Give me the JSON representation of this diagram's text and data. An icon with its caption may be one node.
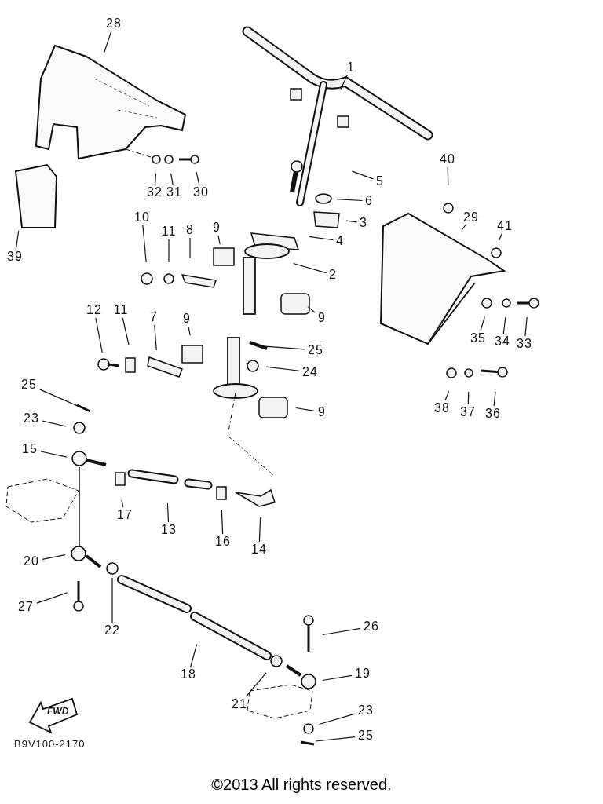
{
  "diagram": {
    "nodes": [
      {
        "text": [
          "28"
        ]
      },
      {
        "text": [
          "1"
        ]
      },
      {
        "text": [
          "5"
        ]
      },
      {
        "text": [
          "6"
        ]
      },
      {
        "text": [
          "3"
        ]
      },
      {
        "text": [
          "4"
        ]
      },
      {
        "text": [
          "2"
        ]
      },
      {
        "text": [
          "32"
        ]
      },
      {
        "text": [
          "31"
        ]
      },
      {
        "text": [
          "30"
        ]
      },
      {
        "text": [
          "39"
        ]
      },
      {
        "text": [
          "10"
        ]
      },
      {
        "text": [
          "11"
        ]
      },
      {
        "text": [
          "8"
        ]
      },
      {
        "text": [
          "9"
        ]
      },
      {
        "text": [
          "40"
        ]
      },
      {
        "text": [
          "29"
        ]
      },
      {
        "text": [
          "41"
        ]
      },
      {
        "text": [
          "9"
        ]
      },
      {
        "text": [
          "35"
        ]
      },
      {
        "text": [
          "34"
        ]
      },
      {
        "text": [
          "33"
        ]
      },
      {
        "text": [
          "12"
        ]
      },
      {
        "text": [
          "11"
        ]
      },
      {
        "text": [
          "7"
        ]
      },
      {
        "text": [
          "9"
        ]
      },
      {
        "text": [
          "25"
        ]
      },
      {
        "text": [
          "24"
        ]
      },
      {
        "text": [
          "9"
        ]
      },
      {
        "text": [
          "38"
        ]
      },
      {
        "text": [
          "37"
        ]
      },
      {
        "text": [
          "36"
        ]
      },
      {
        "text": [
          "25"
        ]
      },
      {
        "text": [
          "23"
        ]
      },
      {
        "text": [
          "15"
        ]
      },
      {
        "text": [
          "17"
        ]
      },
      {
        "text": [
          "13"
        ]
      },
      {
        "text": [
          "16"
        ]
      },
      {
        "text": [
          "14"
        ]
      },
      {
        "text": [
          "20"
        ]
      },
      {
        "text": [
          "27"
        ]
      },
      {
        "text": [
          "22"
        ]
      },
      {
        "text": [
          "18"
        ]
      },
      {
        "text": [
          "26"
        ]
      },
      {
        "text": [
          "19"
        ]
      },
      {
        "text": [
          "21"
        ]
      },
      {
        "text": [
          "23"
        ]
      },
      {
        "text": [
          "25"
        ]
      }
    ],
    "edges": [
      {
        "from": 0,
        "to": null,
        "arrow": "none"
      },
      {
        "from": 1,
        "to": null,
        "arrow": "none"
      },
      {
        "from": 2,
        "to": null,
        "arrow": "none"
      },
      {
        "from": 3,
        "to": null,
        "arrow": "none"
      },
      {
        "from": 4,
        "to": null,
        "arrow": "none"
      },
      {
        "from": 5,
        "to": null,
        "arrow": "none"
      },
      {
        "from": 6,
        "to": null,
        "arrow": "none"
      },
      {
        "from": 7,
        "to": null,
        "arrow": "none"
      },
      {
        "from": 8,
        "to": null,
        "arrow": "none"
      },
      {
        "from": 9,
        "to": null,
        "arrow": "none"
      },
      {
        "from": 10,
        "to": null,
        "arrow": "none"
      },
      {
        "from": 11,
        "to": null,
        "arrow": "none"
      },
      {
        "from": 12,
        "to": null,
        "arrow": "none"
      },
      {
        "from": 13,
        "to": null,
        "arrow": "none"
      },
      {
        "from": 14,
        "to": null,
        "arrow": "none"
      },
      {
        "from": 15,
        "to": null,
        "arrow": "none"
      },
      {
        "from": 16,
        "to": null,
        "arrow": "none"
      },
      {
        "from": 17,
        "to": null,
        "arrow": "none"
      },
      {
        "from": 18,
        "to": null,
        "arrow": "none"
      },
      {
        "from": 19,
        "to": null,
        "arrow": "none"
      },
      {
        "from": 20,
        "to": null,
        "arrow": "none"
      },
      {
        "from": 21,
        "to": null,
        "arrow": "none"
      },
      {
        "from": 22,
        "to": null,
        "arrow": "none"
      },
      {
        "from": 23,
        "to": null,
        "arrow": "none"
      },
      {
        "from": 24,
        "to": null,
        "arrow": "none"
      },
      {
        "from": 25,
        "to": null,
        "arrow": "none"
      },
      {
        "from": 26,
        "to": null,
        "arrow": "none"
      },
      {
        "from": 27,
        "to": null,
        "arrow": "none"
      },
      {
        "from": 28,
        "to": null,
        "arrow": "none"
      },
      {
        "from": 29,
        "to": null,
        "arrow": "none"
      },
      {
        "from": 30,
        "to": null,
        "arrow": "none"
      },
      {
        "from": 31,
        "to": null,
        "arrow": "none"
      },
      {
        "from": 32,
        "to": null,
        "arrow": "none"
      },
      {
        "from": 33,
        "to": null,
        "arrow": "none"
      },
      {
        "from": 34,
        "to": null,
        "arrow": "none"
      },
      {
        "from": 35,
        "to": null,
        "arrow": "none"
      },
      {
        "from": 36,
        "to": null,
        "arrow": "none"
      },
      {
        "from": 37,
        "to": null,
        "arrow": "none"
      },
      {
        "from": 38,
        "to": null,
        "arrow": "none"
      },
      {
        "from": 39,
        "to": null,
        "arrow": "none"
      },
      {
        "from": 40,
        "to": null,
        "arrow": "none"
      },
      {
        "from": 41,
        "to": null,
        "arrow": "none"
      },
      {
        "from": 42,
        "to": null,
        "arrow": "none"
      },
      {
        "from": 43,
        "to": null,
        "arrow": "none"
      },
      {
        "from": 44,
        "to": null,
        "arrow": "none"
      },
      {
        "from": 45,
        "to": null,
        "arrow": "none"
      },
      {
        "from": 46,
        "to": null,
        "arrow": "none"
      },
      {
        "from": 47,
        "to": null,
        "arrow": "none"
      }
    ],
    "labels": [
      "FWD",
      "B9V100-2170",
      "©2013 All rights reserved."
    ]
  }
}
